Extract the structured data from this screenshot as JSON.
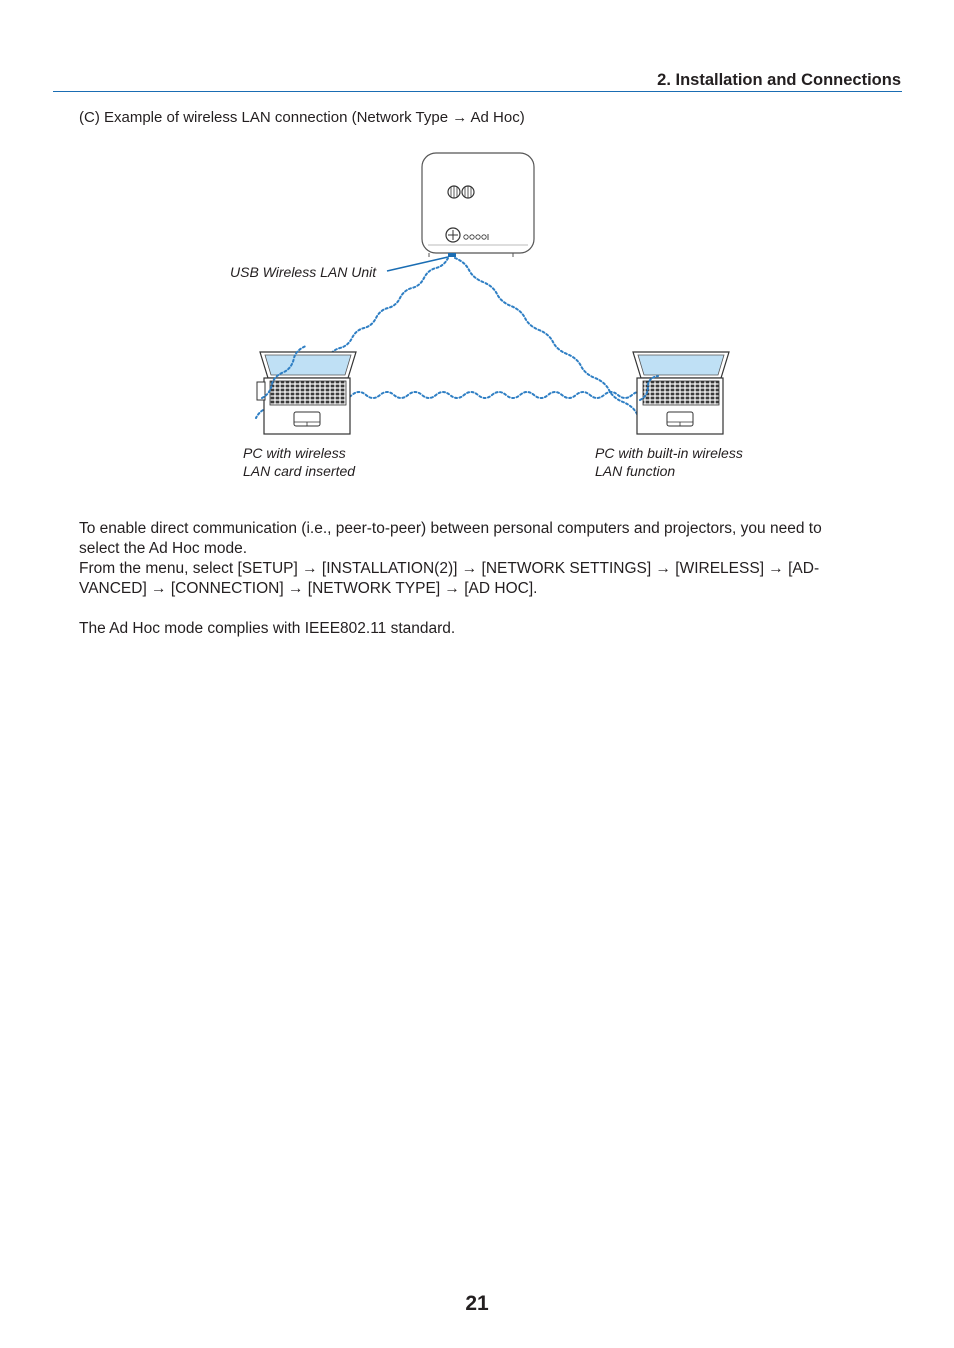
{
  "header": {
    "section_title": "2. Installation and Connections"
  },
  "figure": {
    "caption": "(C) Example of wireless LAN connection (Network Type → Ad Hoc)",
    "labels": {
      "usb_unit": "USB Wireless LAN Unit",
      "pc_left_line1": "PC with wireless",
      "pc_left_line2": "LAN card inserted",
      "pc_right_line1": "PC with built-in wireless",
      "pc_right_line2": "LAN function"
    },
    "colors": {
      "accent_blue": "#1a6db3",
      "signal_blue": "#2f7fc4",
      "screen_blue": "#bfe0f5"
    },
    "icons": [
      "projector-icon",
      "laptop-icon",
      "wireless-signal-icon"
    ]
  },
  "body": {
    "paragraph1_line1": "To enable direct communication (i.e., peer-to-peer) between personal computers and projectors, you need to",
    "paragraph1_line2": "select the Ad Hoc mode.",
    "paragraph2_line1": "From the menu, select [SETUP] → [INSTALLATION(2)] → [NETWORK SETTINGS] → [WIRELESS] → [AD-",
    "paragraph2_line2": "VANCED] → [CONNECTION] → [NETWORK TYPE] → [AD HOC].",
    "paragraph3": "The Ad Hoc mode complies with IEEE802.11 standard."
  },
  "footer": {
    "page_number": "21"
  }
}
